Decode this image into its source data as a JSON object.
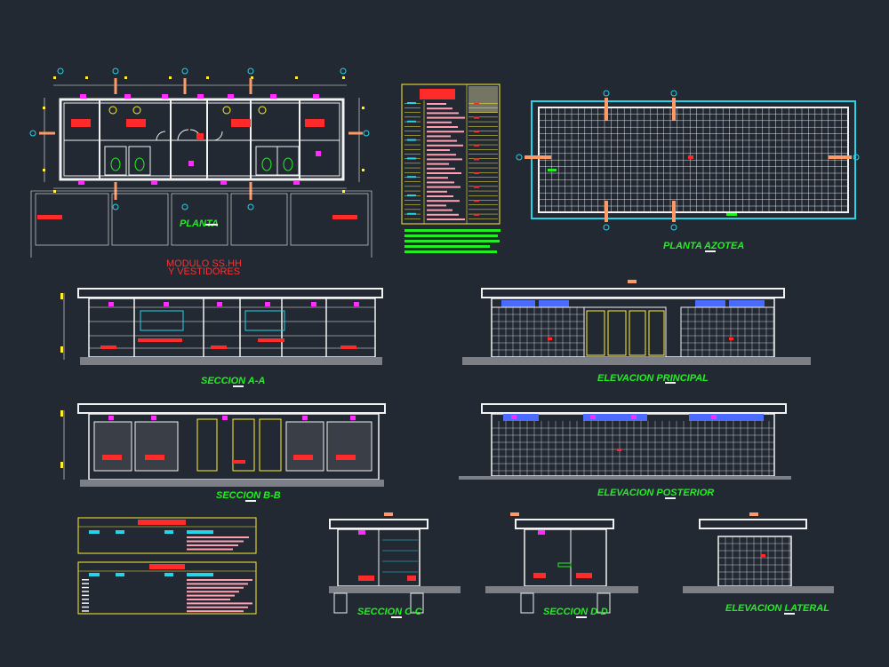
{
  "drawing": {
    "background": "#222933",
    "colors": {
      "line": "#f2f2f2",
      "cyan": "#27d3e6",
      "red": "#ff2b2b",
      "magenta": "#ff2bff",
      "green": "#22ee22",
      "yellow": "#ffee33",
      "orange": "#ff9966",
      "blue": "#4b6bff"
    },
    "titles": {
      "planta": "PLANTA",
      "modulo_line1": "MODULO SS.HH",
      "modulo_line2": "Y VESTIDORES",
      "planta_azotea": "PLANTA AZOTEA",
      "seccion_aa": "SECCION A-A",
      "elevacion_principal": "ELEVACION PRINCIPAL",
      "seccion_bb": "SECCION B-B",
      "elevacion_posterior": "ELEVACION POSTERIOR",
      "seccion_cc": "SECCION C-C",
      "seccion_dd": "SECCION D-D",
      "elevacion_lateral": "ELEVACION LATERAL"
    }
  }
}
